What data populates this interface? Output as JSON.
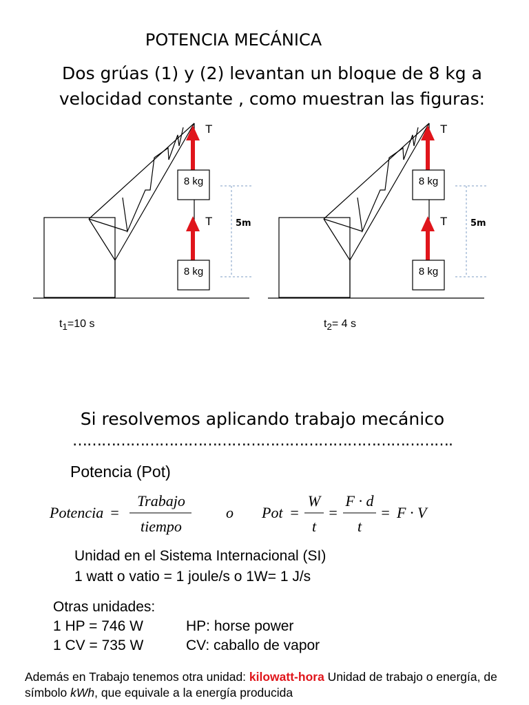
{
  "title": "POTENCIA MECÁNICA",
  "intro": {
    "line1": "Dos grúas (1) y (2) levantan un bloque de 8 kg a",
    "line2": "velocidad constante , como muestran las figuras:"
  },
  "figure": {
    "force_label": "T",
    "block_label": "8 kg",
    "distance_label": "5m",
    "time1_prefix": "t",
    "time1_sub": "1",
    "time1_value": "=10 s",
    "time2_prefix": "t",
    "time2_sub": "2",
    "time2_value": "= 4 s",
    "colors": {
      "arrow": "#e0151b",
      "dashed": "#7c9cc4"
    }
  },
  "resolve_text": "Si resolvemos aplicando trabajo mecánico",
  "dotted_line": "…………………………………………………………………….",
  "potencia": {
    "heading": "Potencia (Pot)",
    "formula": {
      "lhs": "Potencia",
      "frac_num": "Trabajo",
      "frac_den": "tiempo",
      "or_word": "o",
      "pot": "Pot",
      "w": "W",
      "t": "t",
      "fd": "F · d",
      "fv": "F · V"
    }
  },
  "si": {
    "line1": "Unidad en el Sistema Internacional (SI)",
    "line2": "1 watt o vatio = 1 joule/s   o 1W= 1 J/s"
  },
  "otras": {
    "heading": "Otras unidades:",
    "hp_eq": "1 HP = 746 W",
    "hp_desc": "HP: horse power",
    "cv_eq": "1 CV = 735 W",
    "cv_desc": "CV: caballo de vapor"
  },
  "kwh": {
    "pre": "Además en Trabajo tenemos otra unidad: ",
    "highlight": "kilowatt-hora",
    "mid": " Unidad de trabajo o energía, de símbolo ",
    "symbol": "kWh",
    "post": ", que equivale a la energía producida"
  }
}
